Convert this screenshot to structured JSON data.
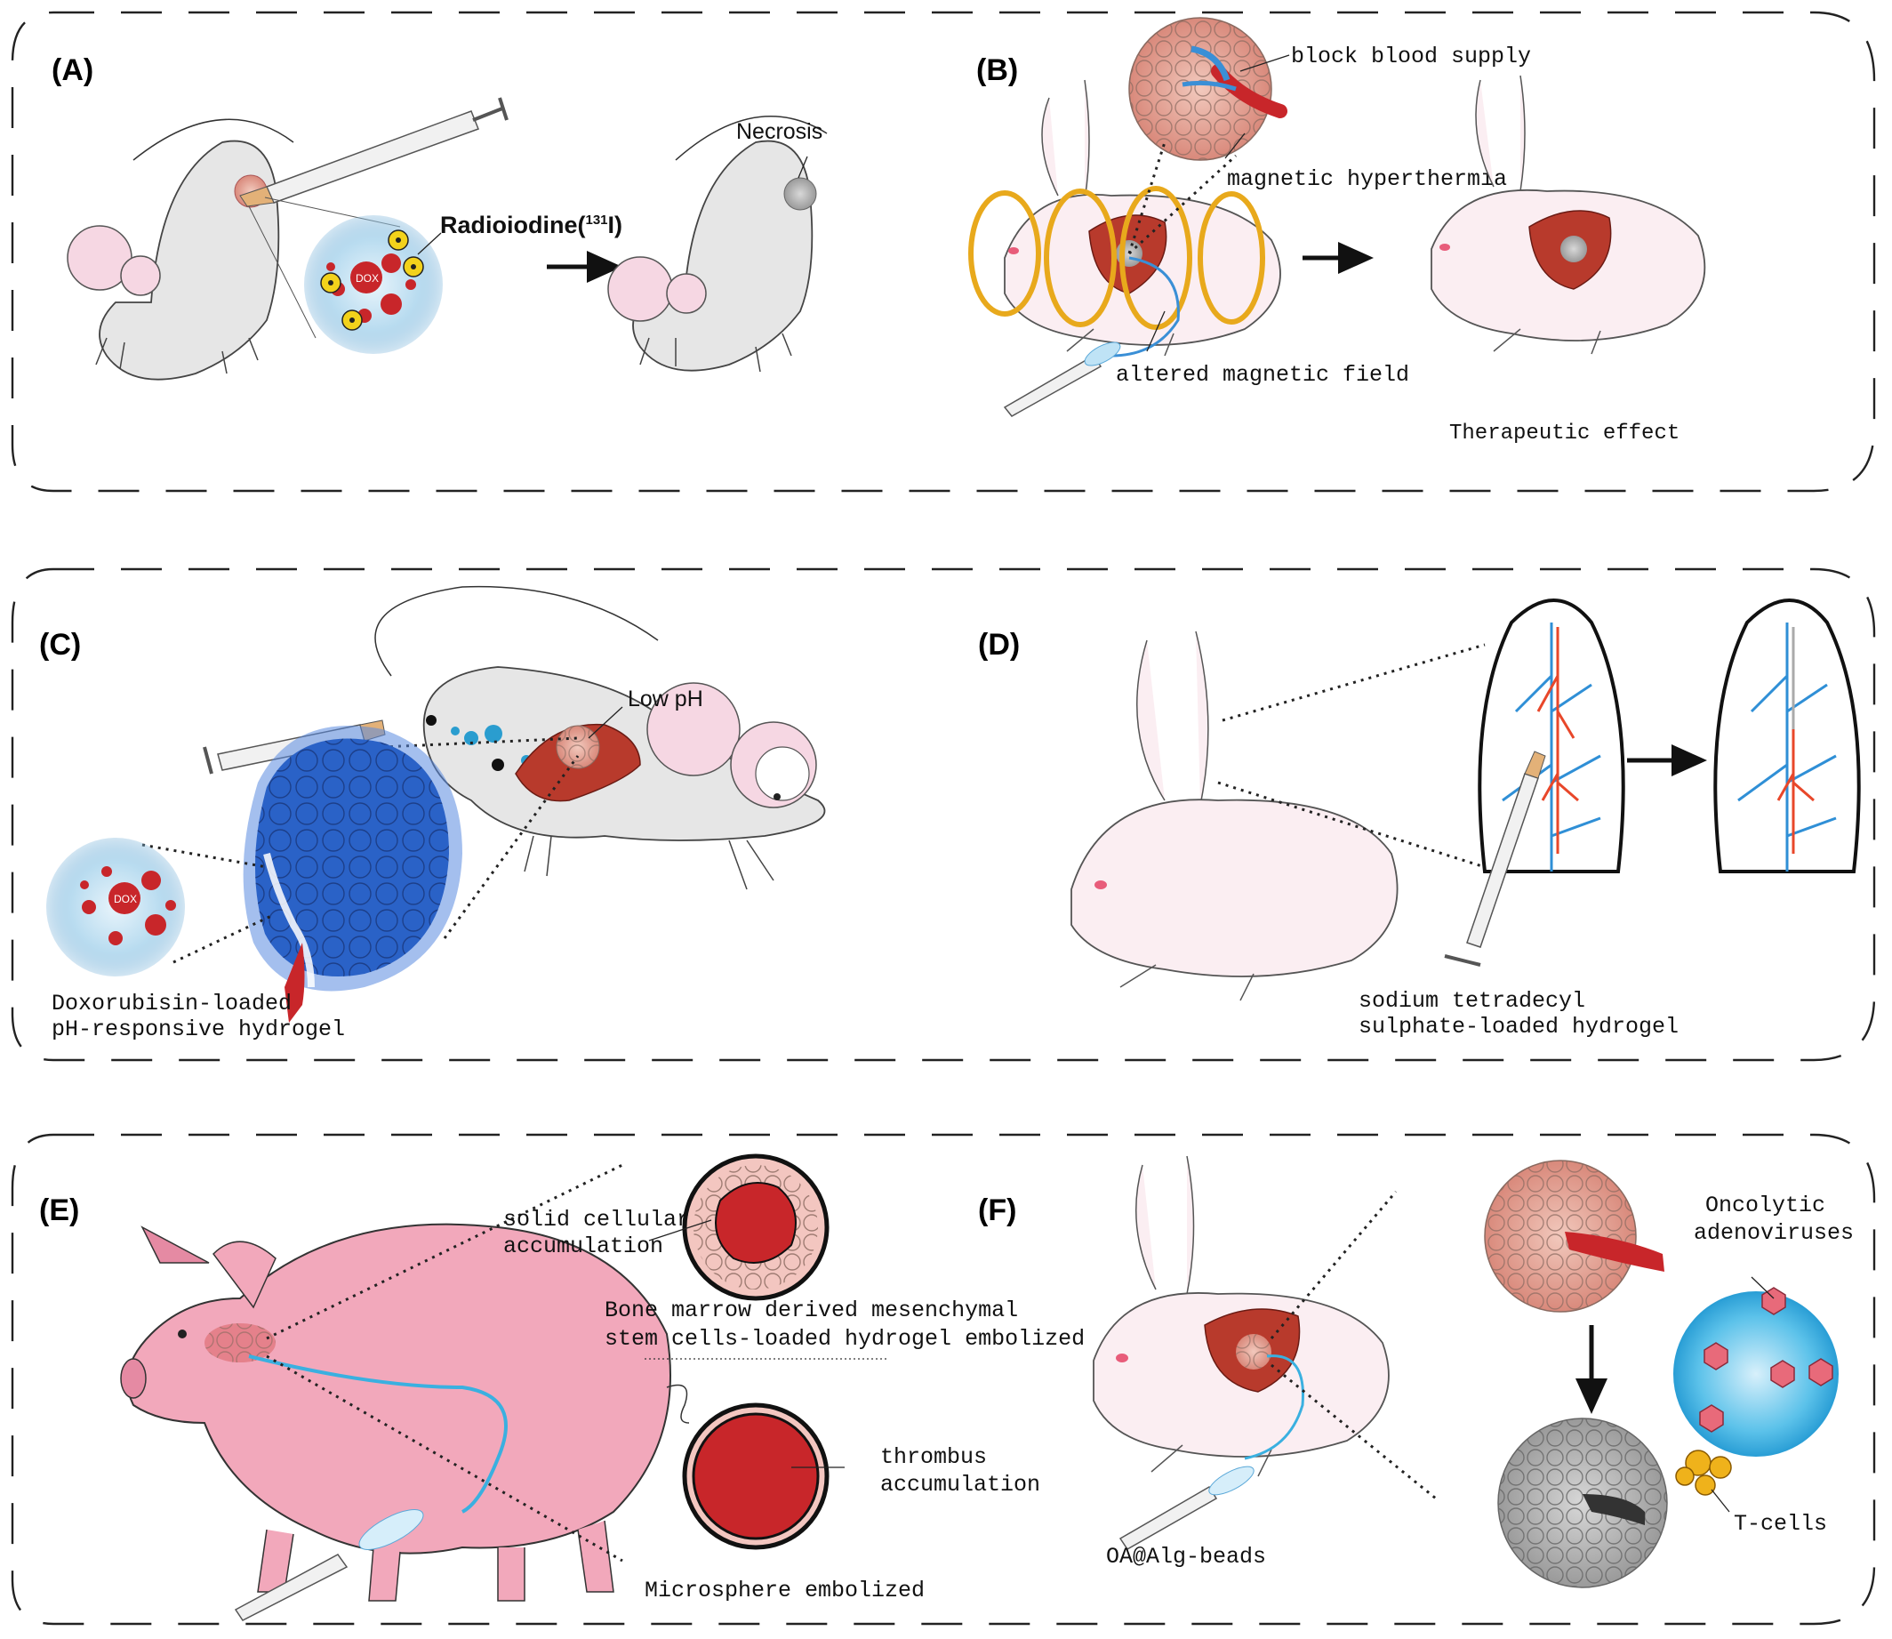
{
  "panels": {
    "A": {
      "letter": "(A)",
      "necrosis": "Necrosis",
      "radioiodine": "Radioiodine(",
      "radioiodine_sup": "131",
      "radioiodine_tail": "I)",
      "dox": "DOX"
    },
    "B": {
      "letter": "(B)",
      "block": "block blood supply",
      "hyperthermia": "magnetic hyperthermia",
      "field": "altered magnetic field",
      "effect": "Therapeutic effect"
    },
    "C": {
      "letter": "(C)",
      "low_ph": "Low pH",
      "dox": "DOX",
      "hydrogel_line1": "Doxorubisin-loaded",
      "hydrogel_line2": "pH-responsive hydrogel"
    },
    "D": {
      "letter": "(D)",
      "hydrogel_line1": "sodium tetradecyl",
      "hydrogel_line2": "sulphate-loaded hydrogel"
    },
    "E": {
      "letter": "(E)",
      "solid_line1": "solid cellular",
      "solid_line2": "accumulation",
      "bone_line1": "Bone marrow derived mesenchymal",
      "bone_line2": "stem cells-loaded hydrogel embolized",
      "thrombus_line1": "thrombus",
      "thrombus_line2": "accumulation",
      "microsphere": "Microsphere embolized"
    },
    "F": {
      "letter": "(F)",
      "onco_line1": "Oncolytic",
      "onco_line2": "adenoviruses",
      "tcells": "T-cells",
      "beads": "OA@Alg-beads"
    }
  },
  "colors": {
    "frame": "#222222",
    "tumor_red": "#c8262a",
    "vessel_blue": "#2f8fd6",
    "vessel_red": "#e8472a",
    "hydrogel_blue": "#2a62c7",
    "mouse_grey": "#e6e6e6",
    "ear_pink": "#f6d7e3",
    "rabbit_pink": "#fbeef2",
    "pig_pink": "#f2a8bb",
    "coil_gold": "#e8a91c"
  }
}
